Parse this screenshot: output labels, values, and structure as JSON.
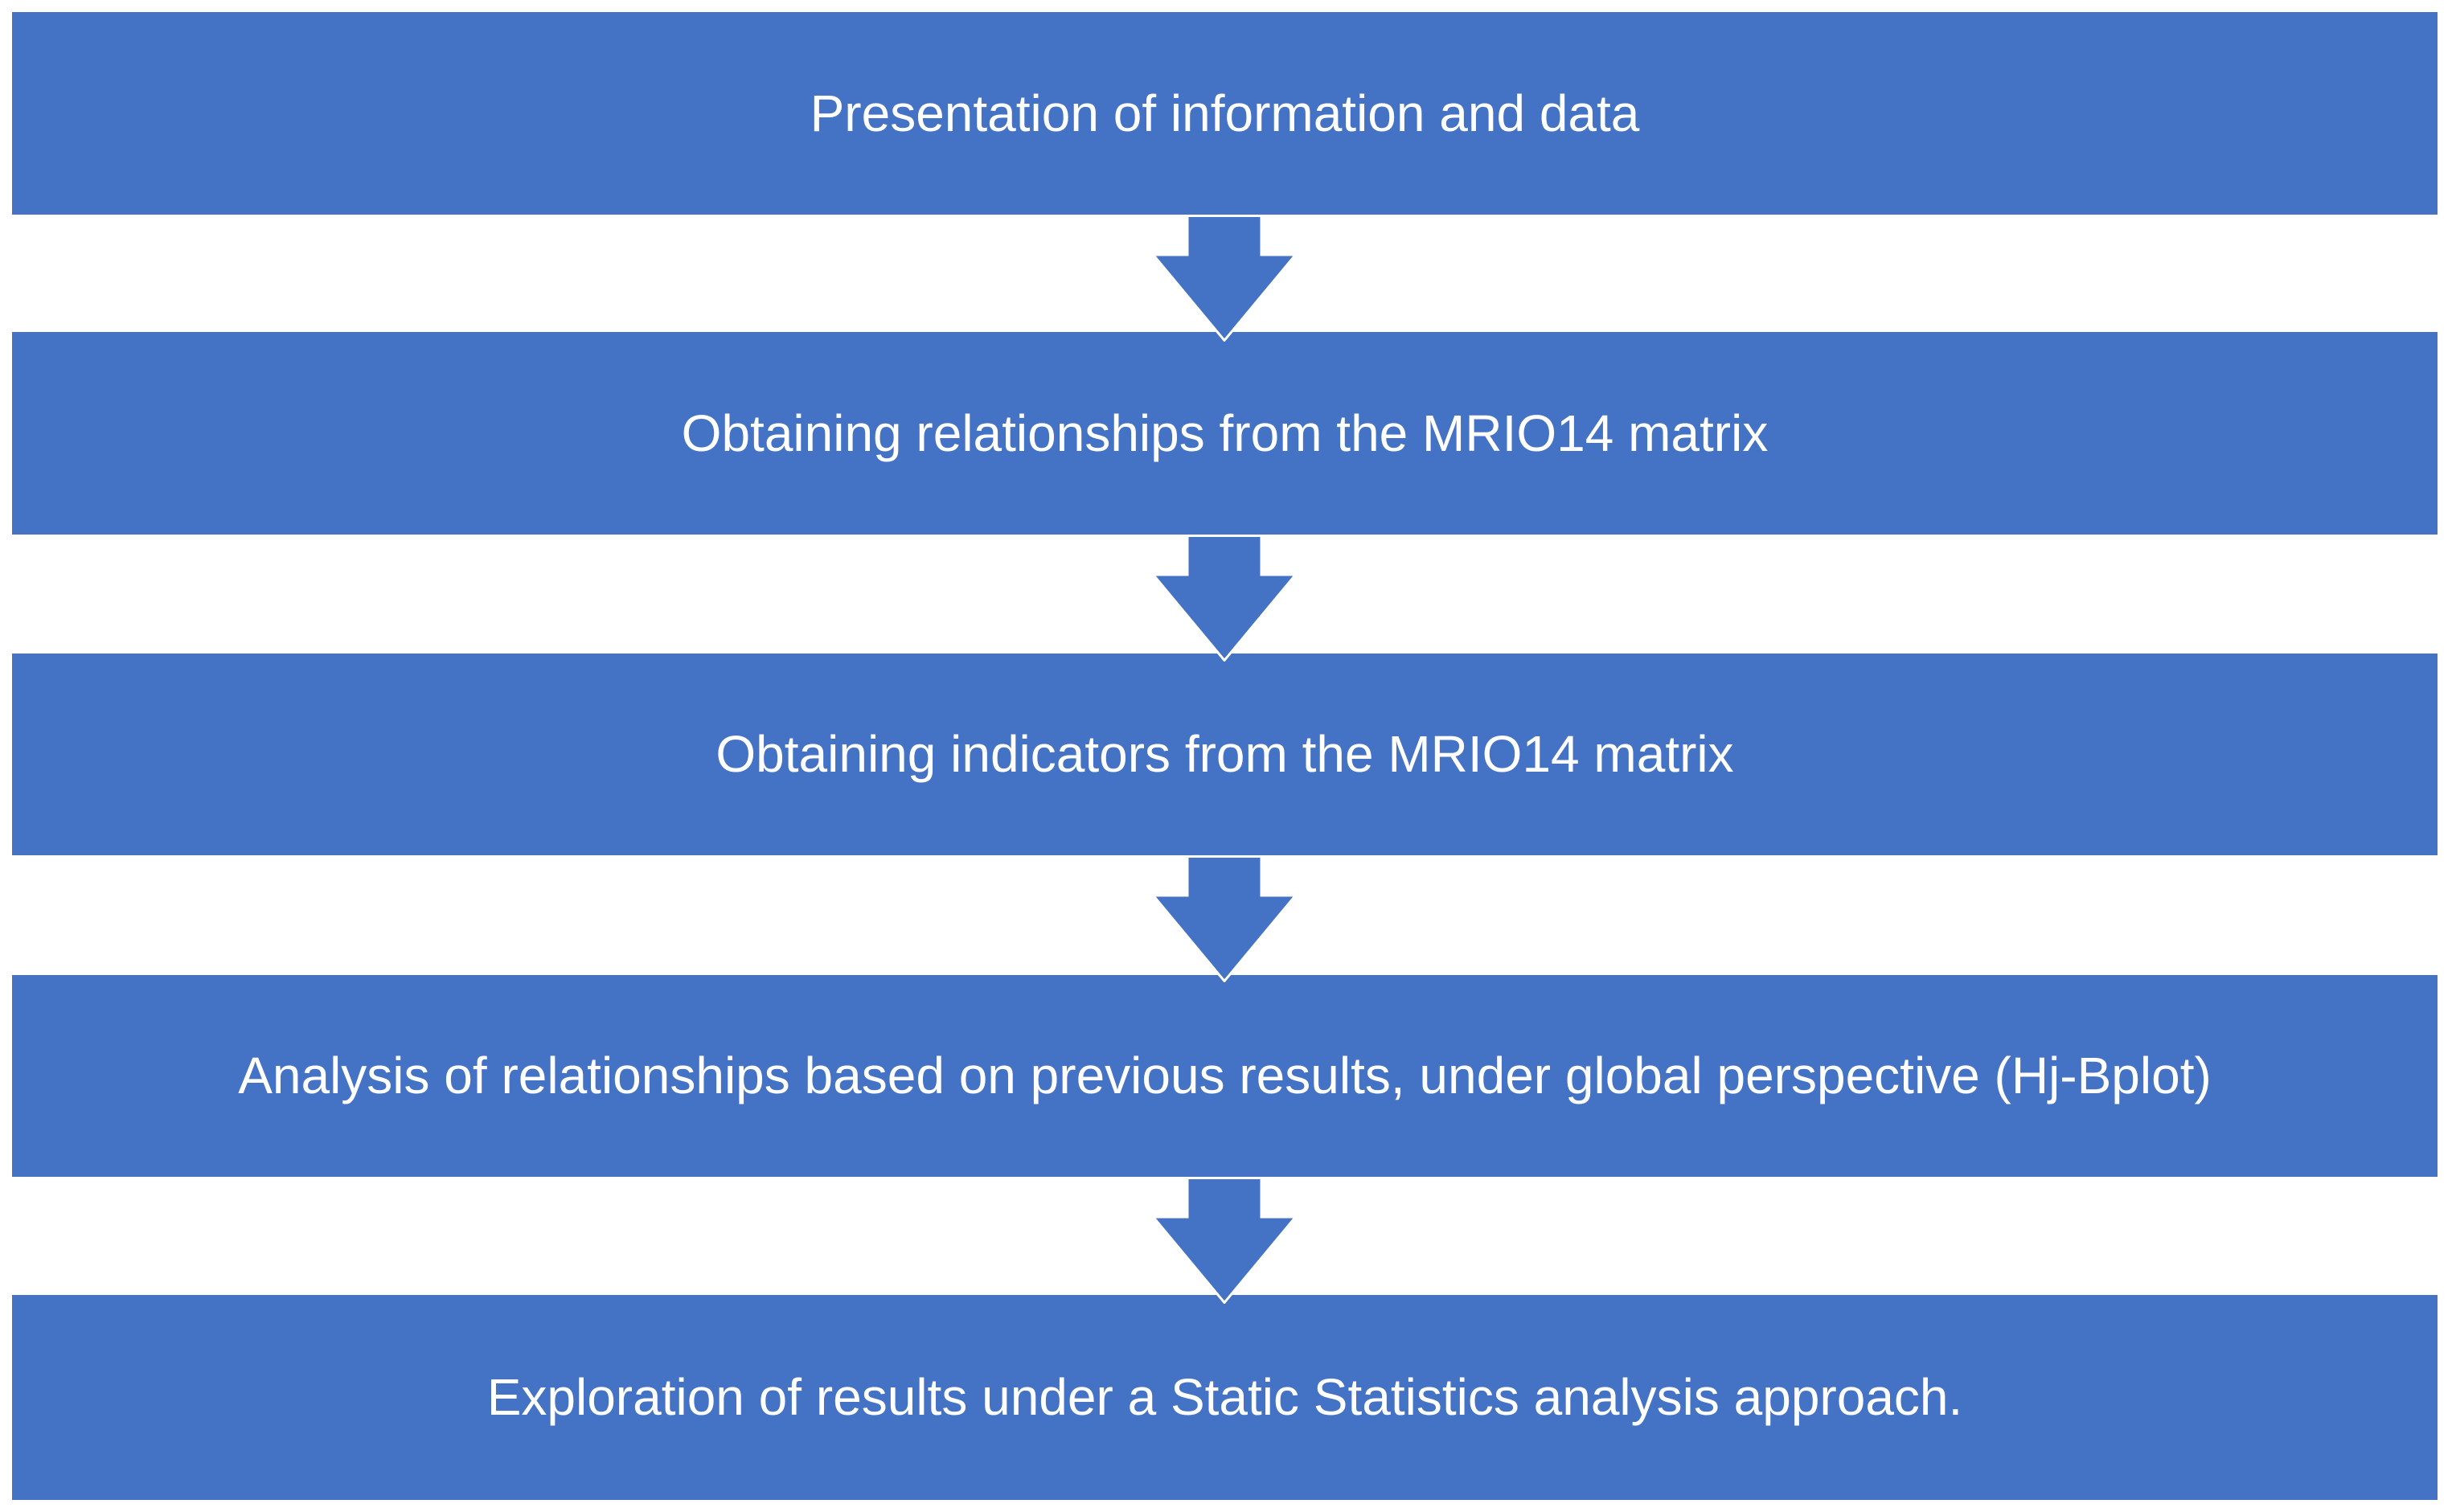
{
  "diagram": {
    "type": "flowchart",
    "direction": "top-down",
    "accent_color": "#4472c4",
    "background_color": "#ffffff",
    "text_color": "#ffffff",
    "connector_icon": "down-block-arrow",
    "steps": [
      {
        "label": "Presentation of information and data"
      },
      {
        "label": "Obtaining relationships from the MRIO14 matrix"
      },
      {
        "label": "Obtaining indicators from the MRIO14 matrix"
      },
      {
        "label": "Analysis of relationships based on previous results, under global perspective (Hj-Bplot)"
      },
      {
        "label": "Exploration of results under a Static Statistics analysis approach."
      }
    ]
  }
}
